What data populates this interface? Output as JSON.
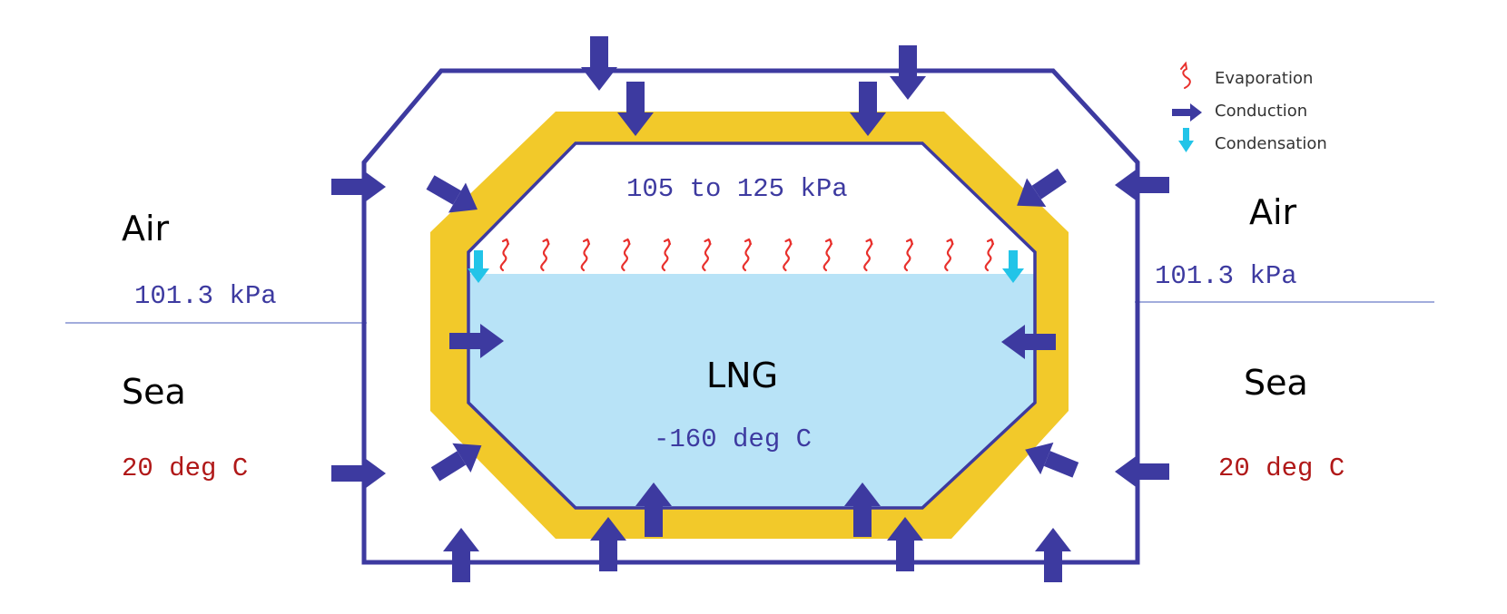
{
  "legend": {
    "evaporation": "Evaporation",
    "conduction": "Conduction",
    "condensation": "Condensation"
  },
  "left": {
    "air": "Air",
    "pressure": "101.3 kPa",
    "sea": "Sea",
    "temp": "20 deg C"
  },
  "right": {
    "air": "Air",
    "pressure": "101.3 kPa",
    "sea": "Sea",
    "temp": "20 deg C"
  },
  "tank": {
    "vapour_pressure": "105 to 125 kPa",
    "liquid": "LNG",
    "liquid_temp": "-160 deg C"
  },
  "colors": {
    "hull": "#3d3aa0",
    "arrow": "#3d3aa0",
    "insulation": "#f2c92a",
    "lng": "#b8e3f7",
    "evaporation": "#e8302c",
    "condensation": "#22c4e8",
    "waterline": "#6a7ac8"
  }
}
